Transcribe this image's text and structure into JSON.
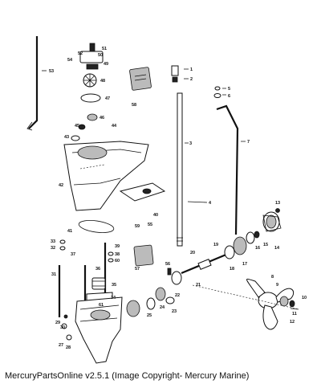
{
  "caption": "MercuryPartsOnline v2.5.1 (Image Copyright- Mercury Marine)",
  "labels": [
    "1",
    "2",
    "3",
    "4",
    "5",
    "6",
    "7",
    "8",
    "9",
    "10",
    "11",
    "12",
    "13",
    "14",
    "15",
    "16",
    "17",
    "18",
    "19",
    "20",
    "21",
    "22",
    "23",
    "24",
    "25",
    "26",
    "27",
    "28",
    "29",
    "30",
    "31",
    "32",
    "33",
    "34",
    "35",
    "36",
    "37",
    "38",
    "39",
    "40",
    "41",
    "42",
    "43",
    "44",
    "45",
    "46",
    "47",
    "48",
    "49",
    "50",
    "51",
    "52",
    "53",
    "54",
    "55",
    "56",
    "57",
    "58",
    "59",
    "60",
    "61"
  ]
}
